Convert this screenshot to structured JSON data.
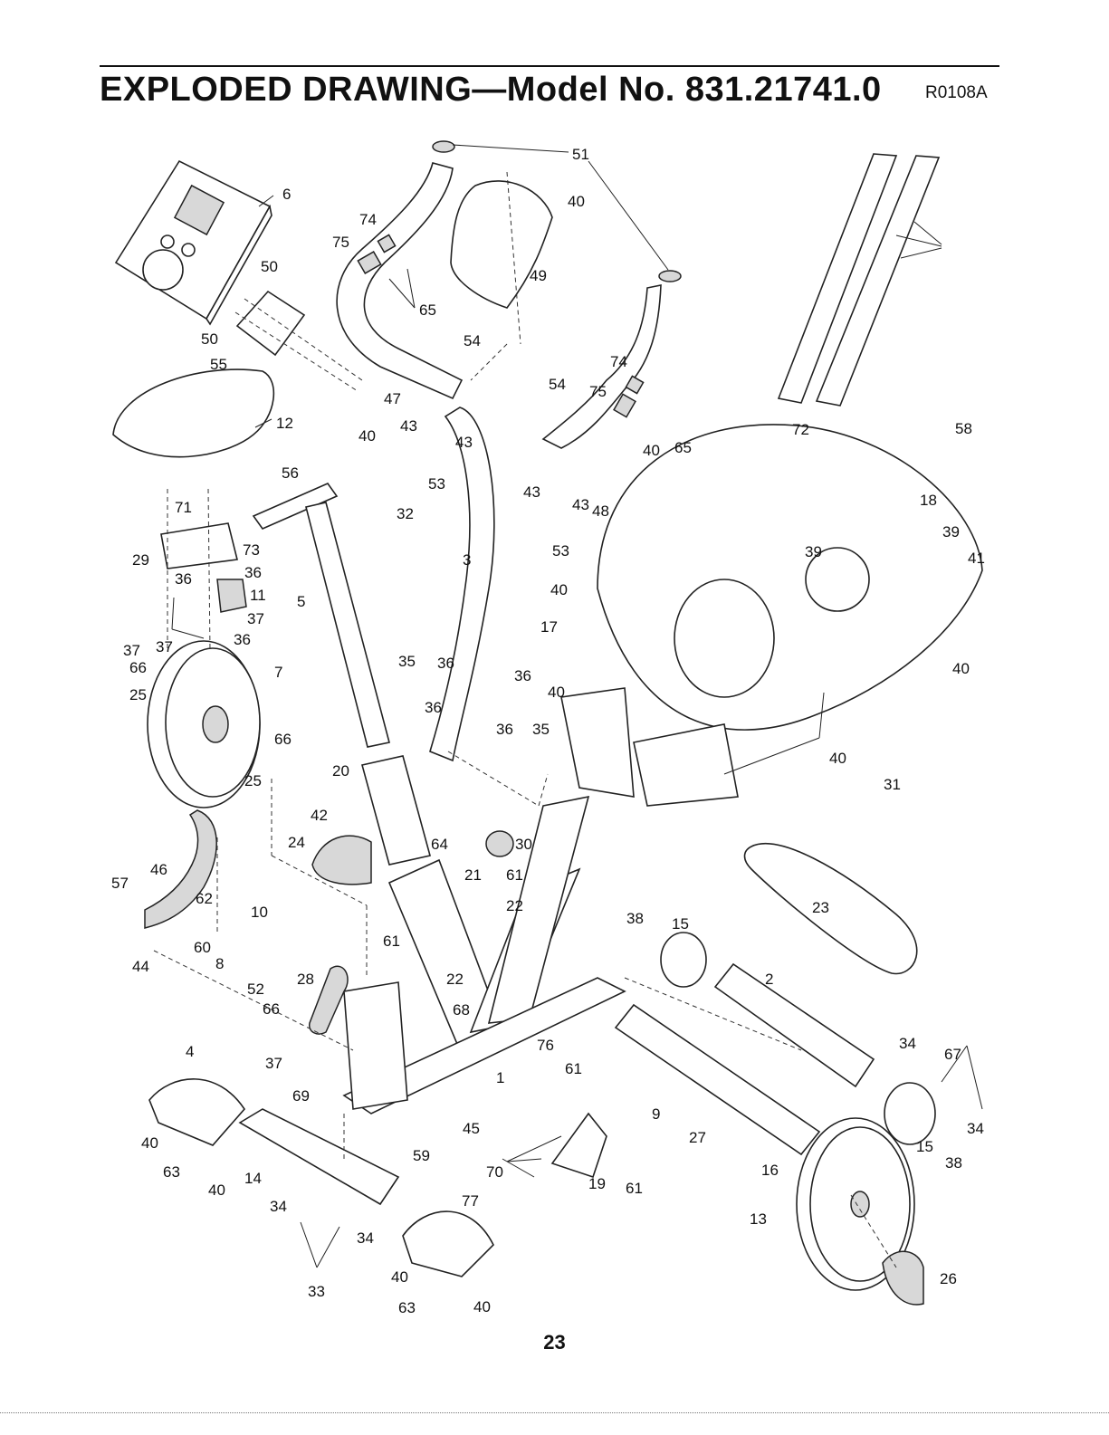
{
  "header": {
    "title": "EXPLODED DRAWING—Model No. 831.21741.0",
    "drawing_code": "R0108A"
  },
  "footer": {
    "page_number": "23"
  },
  "callouts": [
    {
      "id": "c51",
      "label": "51"
    },
    {
      "id": "c40a",
      "label": "40"
    },
    {
      "id": "c6",
      "label": "6"
    },
    {
      "id": "c74a",
      "label": "74"
    },
    {
      "id": "c75a",
      "label": "75"
    },
    {
      "id": "c49",
      "label": "49"
    },
    {
      "id": "c50a",
      "label": "50"
    },
    {
      "id": "c65a",
      "label": "65"
    },
    {
      "id": "c50b",
      "label": "50"
    },
    {
      "id": "c54a",
      "label": "54"
    },
    {
      "id": "c55",
      "label": "55"
    },
    {
      "id": "c74b",
      "label": "74"
    },
    {
      "id": "c47",
      "label": "47"
    },
    {
      "id": "c54b",
      "label": "54"
    },
    {
      "id": "c75b",
      "label": "75"
    },
    {
      "id": "c72",
      "label": "72"
    },
    {
      "id": "c58",
      "label": "58"
    },
    {
      "id": "c12",
      "label": "12"
    },
    {
      "id": "c40b",
      "label": "40"
    },
    {
      "id": "c43a",
      "label": "43"
    },
    {
      "id": "c43b",
      "label": "43"
    },
    {
      "id": "c40c",
      "label": "40"
    },
    {
      "id": "c65b",
      "label": "65"
    },
    {
      "id": "c53a",
      "label": "53"
    },
    {
      "id": "c56",
      "label": "56"
    },
    {
      "id": "c43c",
      "label": "43"
    },
    {
      "id": "c43d",
      "label": "43"
    },
    {
      "id": "c48",
      "label": "48"
    },
    {
      "id": "c18",
      "label": "18"
    },
    {
      "id": "c71",
      "label": "71"
    },
    {
      "id": "c32",
      "label": "32"
    },
    {
      "id": "c53b",
      "label": "53"
    },
    {
      "id": "c39a",
      "label": "39"
    },
    {
      "id": "c39b",
      "label": "39"
    },
    {
      "id": "c41",
      "label": "41"
    },
    {
      "id": "c29",
      "label": "29"
    },
    {
      "id": "c73",
      "label": "73"
    },
    {
      "id": "c3",
      "label": "3"
    },
    {
      "id": "c36a",
      "label": "36"
    },
    {
      "id": "c36b",
      "label": "36"
    },
    {
      "id": "c40d",
      "label": "40"
    },
    {
      "id": "c11",
      "label": "11"
    },
    {
      "id": "c5",
      "label": "5"
    },
    {
      "id": "c17",
      "label": "17"
    },
    {
      "id": "c37a",
      "label": "37"
    },
    {
      "id": "c36c",
      "label": "36"
    },
    {
      "id": "c37b",
      "label": "37"
    },
    {
      "id": "c37c",
      "label": "37"
    },
    {
      "id": "c66a",
      "label": "66"
    },
    {
      "id": "c7",
      "label": "7"
    },
    {
      "id": "c35a",
      "label": "35"
    },
    {
      "id": "c36d",
      "label": "36"
    },
    {
      "id": "c36e",
      "label": "36"
    },
    {
      "id": "c40e",
      "label": "40"
    },
    {
      "id": "c40f",
      "label": "40"
    },
    {
      "id": "c25a",
      "label": "25"
    },
    {
      "id": "c36f",
      "label": "36"
    },
    {
      "id": "c36g",
      "label": "36"
    },
    {
      "id": "c35b",
      "label": "35"
    },
    {
      "id": "c66b",
      "label": "66"
    },
    {
      "id": "c40g",
      "label": "40"
    },
    {
      "id": "c25b",
      "label": "25"
    },
    {
      "id": "c20",
      "label": "20"
    },
    {
      "id": "c31",
      "label": "31"
    },
    {
      "id": "c42",
      "label": "42"
    },
    {
      "id": "c24",
      "label": "24"
    },
    {
      "id": "c64",
      "label": "64"
    },
    {
      "id": "c30",
      "label": "30"
    },
    {
      "id": "c46",
      "label": "46"
    },
    {
      "id": "c21",
      "label": "21"
    },
    {
      "id": "c61a",
      "label": "61"
    },
    {
      "id": "c57",
      "label": "57"
    },
    {
      "id": "c62",
      "label": "62"
    },
    {
      "id": "c22a",
      "label": "22"
    },
    {
      "id": "c23",
      "label": "23"
    },
    {
      "id": "c10",
      "label": "10"
    },
    {
      "id": "c38a",
      "label": "38"
    },
    {
      "id": "c15a",
      "label": "15"
    },
    {
      "id": "c61b",
      "label": "61"
    },
    {
      "id": "c60",
      "label": "60"
    },
    {
      "id": "c44",
      "label": "44"
    },
    {
      "id": "c8",
      "label": "8"
    },
    {
      "id": "c2",
      "label": "2"
    },
    {
      "id": "c28",
      "label": "28"
    },
    {
      "id": "c22b",
      "label": "22"
    },
    {
      "id": "c52",
      "label": "52"
    },
    {
      "id": "c66c",
      "label": "66"
    },
    {
      "id": "c68",
      "label": "68"
    },
    {
      "id": "c4",
      "label": "4"
    },
    {
      "id": "c76",
      "label": "76"
    },
    {
      "id": "c34a",
      "label": "34"
    },
    {
      "id": "c67",
      "label": "67"
    },
    {
      "id": "c37d",
      "label": "37"
    },
    {
      "id": "c1",
      "label": "1"
    },
    {
      "id": "c61c",
      "label": "61"
    },
    {
      "id": "c69",
      "label": "69"
    },
    {
      "id": "c9",
      "label": "9"
    },
    {
      "id": "c45",
      "label": "45"
    },
    {
      "id": "c34b",
      "label": "34"
    },
    {
      "id": "c27",
      "label": "27"
    },
    {
      "id": "c40h",
      "label": "40"
    },
    {
      "id": "c59",
      "label": "59"
    },
    {
      "id": "c15b",
      "label": "15"
    },
    {
      "id": "c63a",
      "label": "63"
    },
    {
      "id": "c38b",
      "label": "38"
    },
    {
      "id": "c70",
      "label": "70"
    },
    {
      "id": "c40i",
      "label": "40"
    },
    {
      "id": "c14",
      "label": "14"
    },
    {
      "id": "c19",
      "label": "19"
    },
    {
      "id": "c61d",
      "label": "61"
    },
    {
      "id": "c16",
      "label": "16"
    },
    {
      "id": "c77",
      "label": "77"
    },
    {
      "id": "c34c",
      "label": "34"
    },
    {
      "id": "c34d",
      "label": "34"
    },
    {
      "id": "c13",
      "label": "13"
    },
    {
      "id": "c40j",
      "label": "40"
    },
    {
      "id": "c26",
      "label": "26"
    },
    {
      "id": "c33",
      "label": "33"
    },
    {
      "id": "c63b",
      "label": "63"
    },
    {
      "id": "c40k",
      "label": "40"
    }
  ]
}
